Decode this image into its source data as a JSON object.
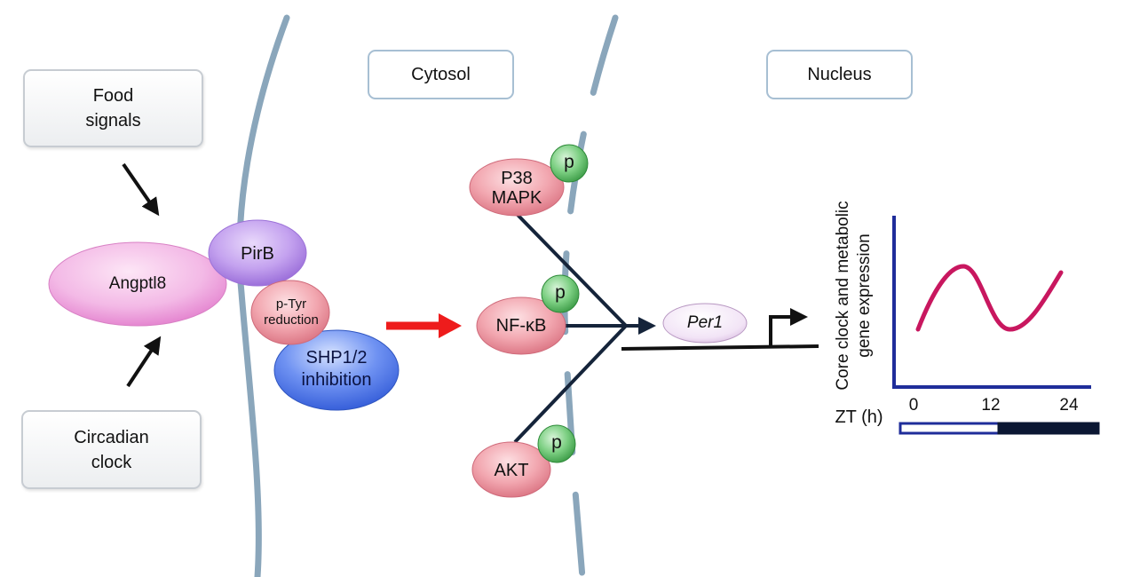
{
  "inputs": {
    "food_signals": "Food\nsignals",
    "circadian_clock": "Circadian\nclock"
  },
  "compartments": {
    "cytosol": "Cytosol",
    "nucleus": "Nucleus"
  },
  "receptor_complex": {
    "angptl8": "Angptl8",
    "pirb": "PirB",
    "ptyr": "p-Tyr\nreduction",
    "shp": "SHP1/2\ninhibition"
  },
  "kinases": {
    "p38": "P38\nMAPK",
    "nfkb": "NF-κB",
    "akt": "AKT",
    "phospho": "p"
  },
  "gene": {
    "per1": "Per1"
  },
  "graph": {
    "ylabel_line1": "Core clock and metabolic",
    "ylabel_line2": "gene expression",
    "xlabel": "ZT (h)",
    "ticks": [
      "0",
      "12",
      "24"
    ]
  },
  "colors": {
    "arrow_red": "#ee1c1c",
    "curve": "#c8175f",
    "axis": "#1f2d9a",
    "membrane": "#8aa6bb"
  }
}
